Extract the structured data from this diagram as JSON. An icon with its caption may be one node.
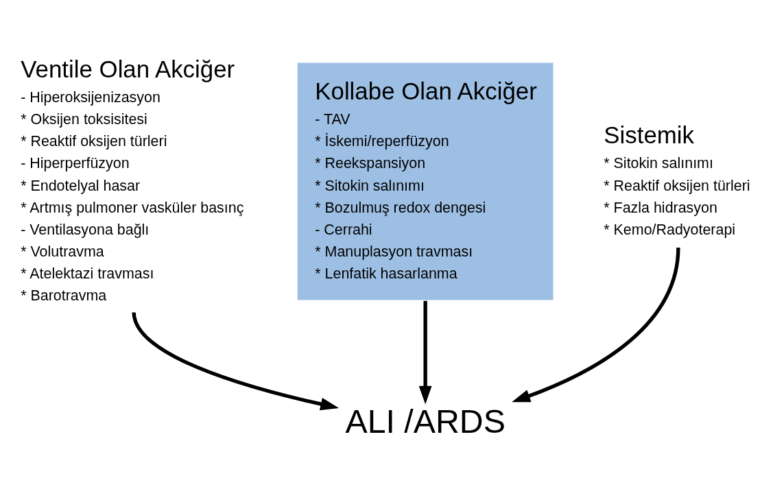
{
  "diagram": {
    "nodes": [
      {
        "text": [
          "Ventile Olan Akciğer",
          "- Hiperoksijenizasyon",
          "* Oksijen toksisitesi",
          "* Reaktif oksijen türleri",
          "- Hiperperfüzyon",
          "* Endotelyal hasar",
          "* Artmış pulmoner vasküler basınç",
          "- Ventilasyona bağlı",
          "* Volutravma",
          "* Atelektazi travması",
          "* Barotravma"
        ]
      },
      {
        "text": [
          "Kollabe Olan Akciğer",
          "- TAV",
          "* İskemi/reperfüzyon",
          "* Reekspansiyon",
          "* Sitokin salınımı",
          "* Bozulmuş redox dengesi",
          "- Cerrahi",
          "* Manuplasyon travması",
          "* Lenfatik hasarlanma"
        ]
      },
      {
        "text": [
          "Sistemik",
          "* Sitokin salınımı",
          "* Reaktif oksijen türleri",
          "* Fazla hidrasyon",
          "* Kemo/Radyoterapi"
        ]
      },
      {
        "text": [
          "ALI /ARDS"
        ]
      }
    ],
    "edges": [
      {
        "from": 0,
        "to": 3,
        "arrow": "to"
      },
      {
        "from": 1,
        "to": 3,
        "arrow": "to"
      },
      {
        "from": 2,
        "to": 3,
        "arrow": "to"
      }
    ]
  }
}
